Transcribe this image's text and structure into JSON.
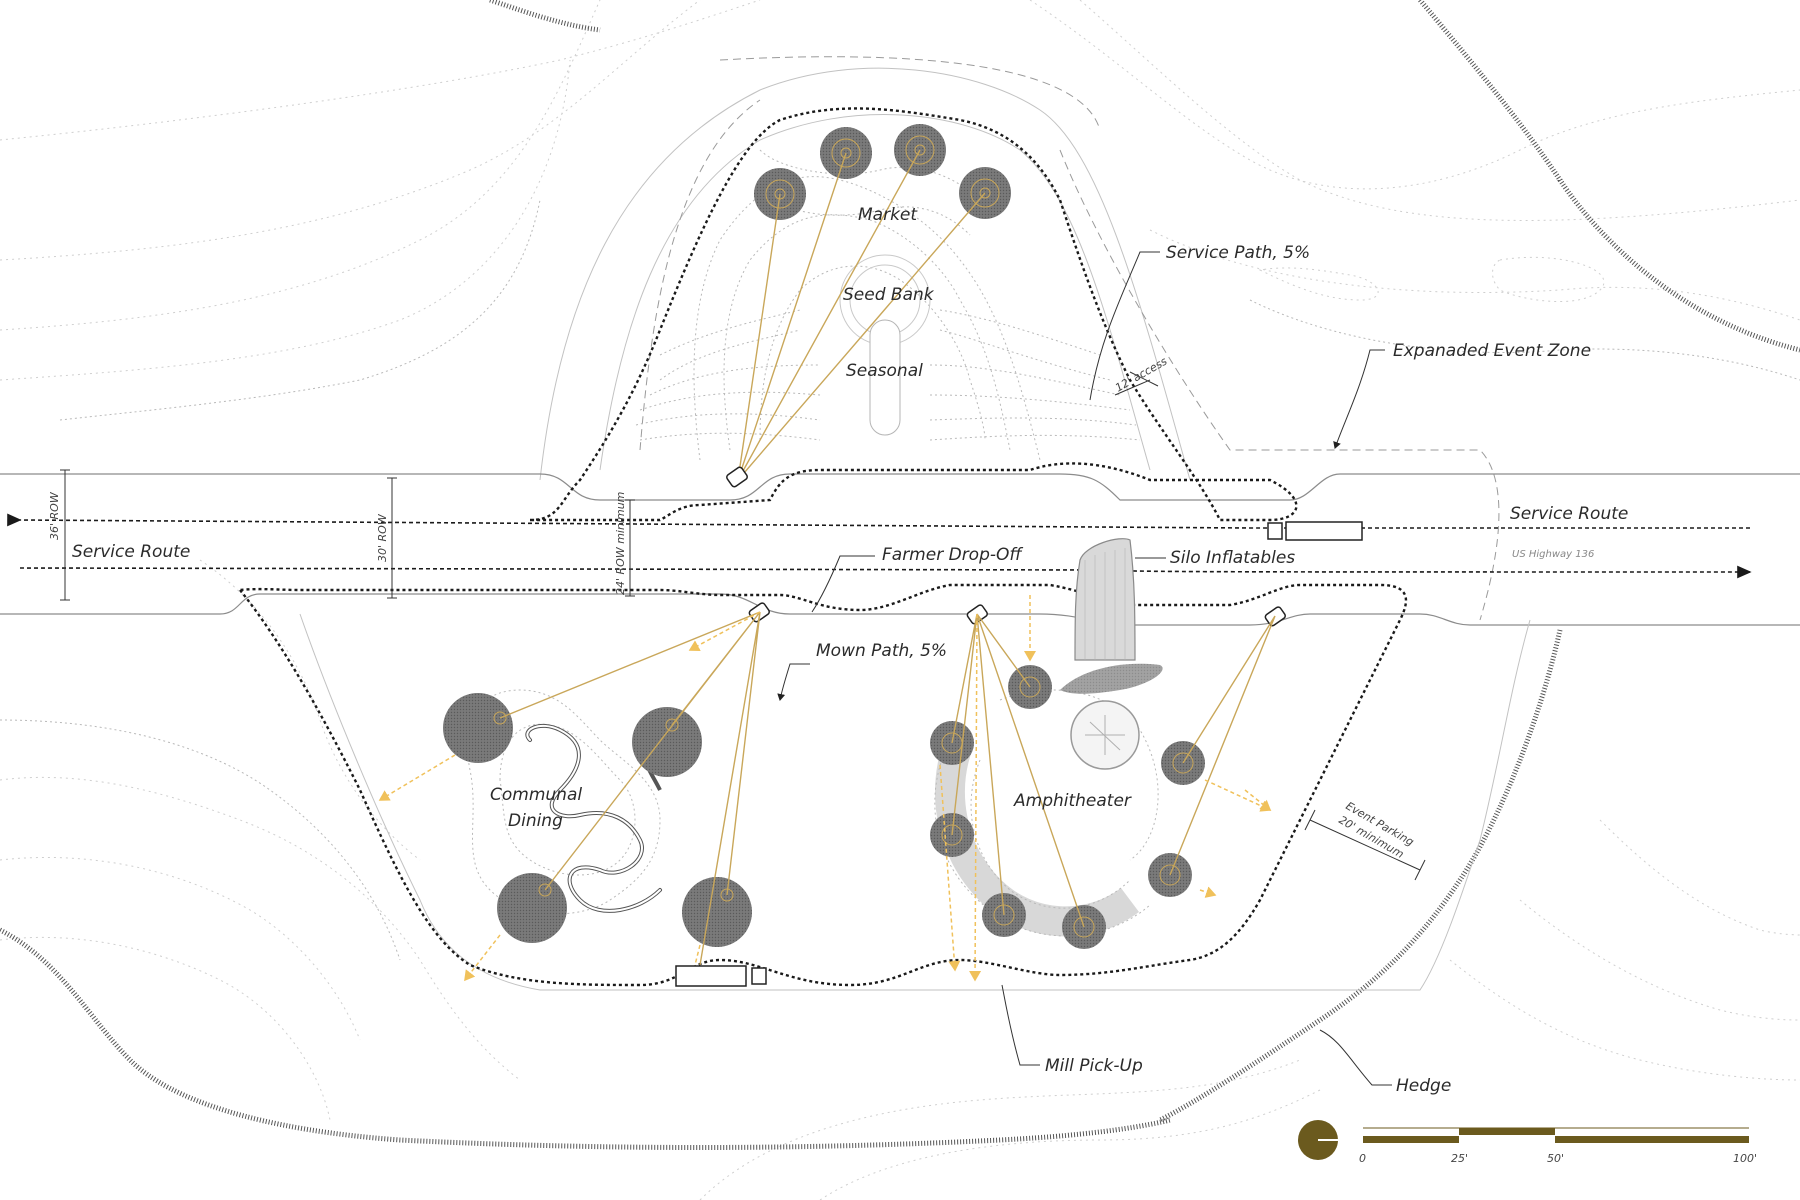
{
  "labels": {
    "market": "Market",
    "seed_bank": "Seed Bank",
    "seasonal": "Seasonal",
    "service_path": "Service Path, 5%",
    "expanded_event_zone": "Expanaded Event Zone",
    "access_12": "12' access",
    "service_route_left": "Service Route",
    "service_route_right": "Service Route",
    "us_highway": "US Highway 136",
    "row_36": "36' ROW",
    "row_30": "30' ROW",
    "row_24": "24' ROW minimum",
    "farmer_dropoff": "Farmer Drop-Off",
    "silo_inflatables": "Silo Inflatables",
    "mown_path": "Mown Path, 5%",
    "communal": "Communal",
    "dining": "Dining",
    "amphitheater": "Amphitheater",
    "event_parking_1": "Event Parking",
    "event_parking_2": "20' minimum",
    "mill_pickup": "Mill Pick-Up",
    "hedge": "Hedge"
  },
  "scale_bar": {
    "ticks": [
      "0",
      "25'",
      "50'",
      "100'"
    ]
  },
  "colors": {
    "accent_gold": "#c9a75a",
    "yellow_dash": "#f0c15b",
    "scale_olive": "#6b5a1e",
    "silo_gray": "#6e6e6e"
  },
  "icons": {
    "north_arrow": "north-arrow-icon",
    "truck": "truck-icon",
    "silo": "silo-icon"
  }
}
